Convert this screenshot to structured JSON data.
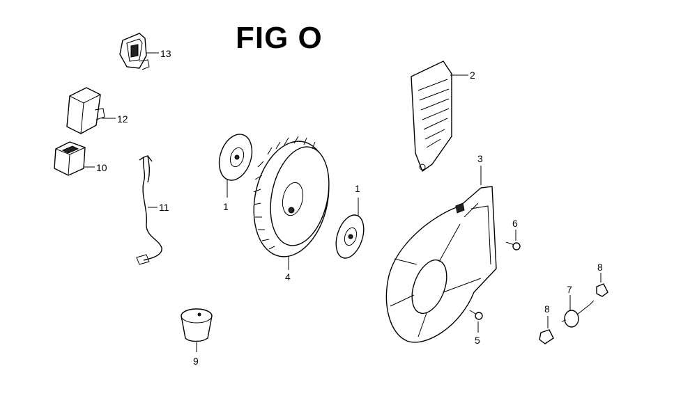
{
  "figure": {
    "title": "FIG O",
    "callouts": [
      {
        "key": "p13",
        "label": "13"
      },
      {
        "key": "p2",
        "label": "2"
      },
      {
        "key": "p12",
        "label": "12"
      },
      {
        "key": "p10",
        "label": "10"
      },
      {
        "key": "p11",
        "label": "11"
      },
      {
        "key": "p1a",
        "label": "1"
      },
      {
        "key": "p1b",
        "label": "1"
      },
      {
        "key": "p4",
        "label": "4"
      },
      {
        "key": "p3",
        "label": "3"
      },
      {
        "key": "p6",
        "label": "6"
      },
      {
        "key": "p8a",
        "label": "8"
      },
      {
        "key": "p7",
        "label": "7"
      },
      {
        "key": "p8b",
        "label": "8"
      },
      {
        "key": "p5",
        "label": "5"
      },
      {
        "key": "p9",
        "label": "9"
      }
    ]
  }
}
